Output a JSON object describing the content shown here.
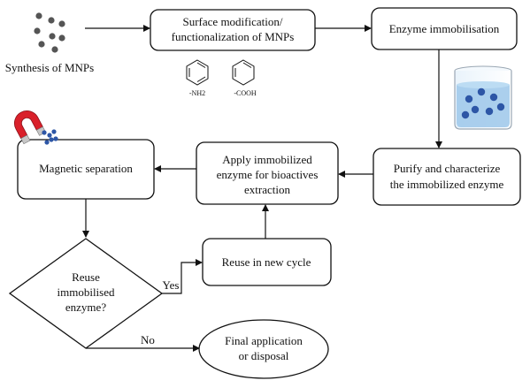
{
  "nodes": {
    "synthesis": {
      "label": "Synthesis of MNPs"
    },
    "surface": {
      "line1": "Surface modification/",
      "line2": "functionalization of MNPs"
    },
    "immobilisation": {
      "label": "Enzyme immobilisation"
    },
    "purify": {
      "line1": "Purify and characterize",
      "line2": "the immobilized enzyme"
    },
    "apply": {
      "line1": "Apply immobilized",
      "line2": "enzyme for bioactives",
      "line3": "extraction"
    },
    "magnetic": {
      "label": "Magnetic separation"
    },
    "reuse_cycle": {
      "label": "Reuse in new cycle"
    },
    "decision": {
      "line1": "Reuse",
      "line2": "immobilised",
      "line3": "enzyme?"
    },
    "final": {
      "line1": "Final application",
      "line2": "or disposal"
    }
  },
  "groups": {
    "nh2": "-NH2",
    "cooh": "-COOH"
  },
  "edges": {
    "yes": "Yes",
    "no": "No"
  },
  "colors": {
    "stroke": "#111111",
    "particle": "#555555",
    "bead": "#2d56a6",
    "liquid": "#9cc7ea",
    "magnet_red": "#d9202a"
  },
  "icons": [
    "particles-icon",
    "benzene-ring-icon",
    "beaker-icon",
    "magnet-icon"
  ]
}
